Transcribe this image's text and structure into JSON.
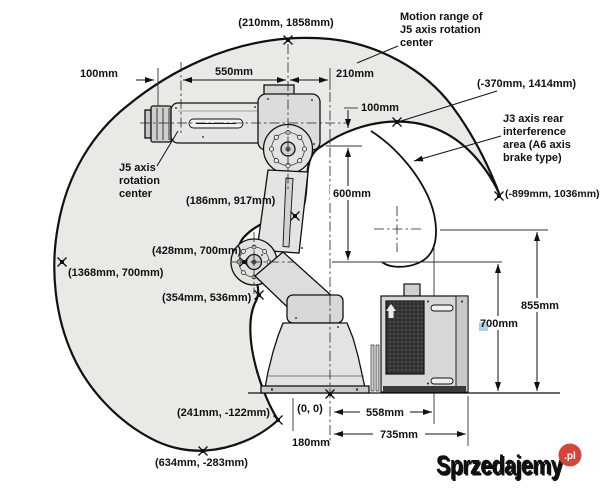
{
  "diagram": {
    "annotations": {
      "motion_range": [
        "Motion range of",
        "J5 axis rotation",
        "center"
      ],
      "j3_area": [
        "J3 axis rear",
        "interference",
        "area (A6 axis",
        "brake type)"
      ],
      "j5_center": [
        "J5 axis",
        "rotation",
        "center"
      ]
    },
    "points": {
      "top": "(210mm, 1858mm)",
      "left": "(1368mm, 700mm)",
      "upper_arm": "(186mm, 917mm)",
      "notch_upper": "(428mm, 700mm)",
      "notch_lower": "(354mm, 536mm)",
      "bottom_right": "(241mm, -122mm)",
      "bottom": "(634mm, -283mm)",
      "rear_top": "(-370mm, 1414mm)",
      "rear_tip": "(-899mm, 1036mm)",
      "origin": "(0, 0)"
    },
    "dimensions": {
      "reach_left": "100mm",
      "upper_arm_550": "550mm",
      "offset_210": "210mm",
      "rear_100": "100mm",
      "rear_600": "600mm",
      "cabinet_700": "700mm",
      "cabinet_855": "855mm",
      "base_558": "558mm",
      "base_735": "735mm",
      "base_180": "180mm"
    },
    "colors": {
      "range_fill": "#e9e9e6",
      "highlight": "#aed4e6",
      "watermark_badge": "#d6453d"
    }
  },
  "watermark": {
    "name": "Sprzedajemy",
    "tld": ".pl"
  }
}
